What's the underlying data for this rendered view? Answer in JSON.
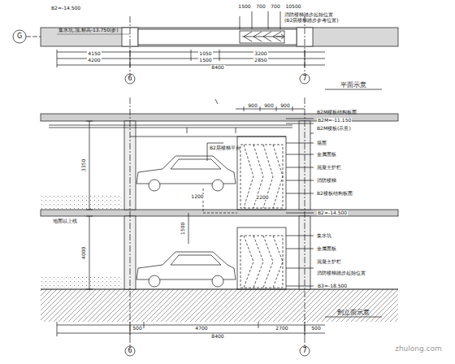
{
  "diagram": {
    "labels": [
      "B2=-14.500",
      "G",
      "集水坑,顶,标高-13.750(参)",
      "1500",
      "700",
      "700",
      "10500",
      "消防楼梯踏步起始位置",
      "(B2层楼梯踏步参考位置)",
      "4150",
      "1050",
      "3200",
      "4200",
      "1500",
      "2850",
      "8400",
      "6",
      "7",
      "平面示意",
      "B2M楼板结构板面",
      "B2M=-11.150",
      "B2M楼板(示意)",
      "900",
      "900",
      "900",
      "3350",
      "B2层楼梯平台",
      "1200",
      "2200",
      "地面以上线",
      "1500",
      "4000",
      "墙面",
      "金属面板",
      "混凝土护栏",
      "消防楼梯",
      "B2楼板结构板面",
      "B2=-14.500",
      "集水坑",
      "金属面板",
      "混凝土护栏",
      "消防楼梯踏步起始位置",
      "B3=-18.500",
      "500",
      "4700",
      "2700",
      "500",
      "8400",
      "6",
      "7",
      "剖立面示意",
      "zhulong.com"
    ]
  }
}
